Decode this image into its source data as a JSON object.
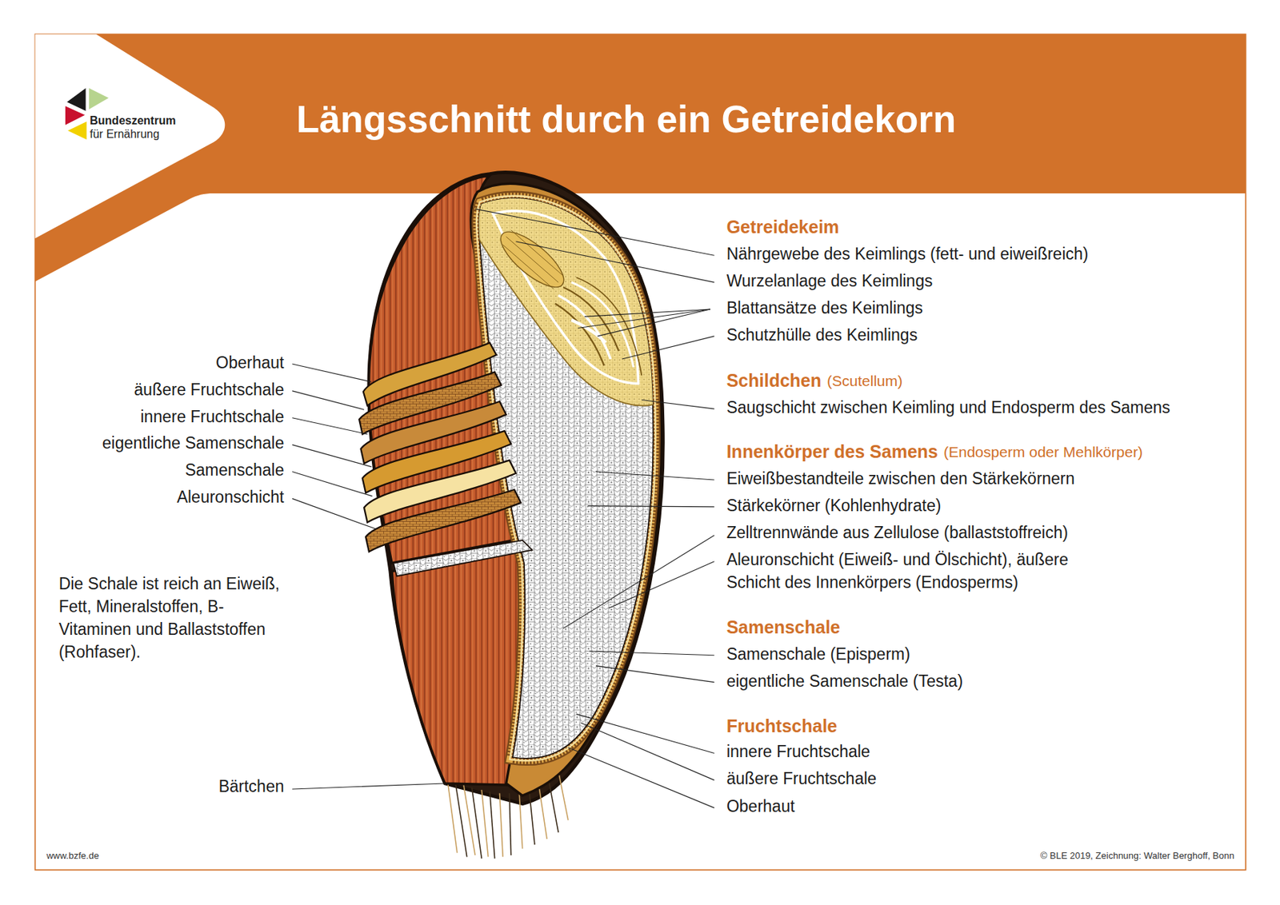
{
  "diagram": {
    "title": "Längsschnitt durch ein Getreidekorn",
    "labels": [
      "Bundeszentrum",
      "für Ernährung",
      "Getreidekeim",
      "Nährgewebe des Keimlings (fett- und eiweißreich)",
      "Wurzelanlage des Keimlings",
      "Blattansätze des Keimlings",
      "Schutzhülle des Keimlings",
      "Schildchen",
      "(Scutellum)",
      "Saugschicht zwischen Keimling und Endosperm des Samens",
      "Innenkörper des Samens",
      "(Endosperm oder Mehlkörper)",
      "Eiweißbestandteile zwischen den Stärkekörnern",
      "Stärkekörner (Kohlenhydrate)",
      "Zelltrennwände aus Zellulose (ballaststoffreich)",
      "Aleuronschicht (Eiweiß- und Ölschicht), äußere Schicht des Innenkörpers (Endosperms)",
      "Samenschale",
      "Samenschale (Episperm)",
      "eigentliche Samenschale (Testa)",
      "Fruchtschale",
      "innere Fruchtschale",
      "äußere Fruchtschale",
      "Oberhaut",
      "Oberhaut",
      "äußere Fruchtschale",
      "innere Fruchtschale",
      "eigentliche Samenschale",
      "Samenschale",
      "Aleuronschicht",
      "Die Schale ist reich an Eiweiß, Fett, Mineralstoffen, B-Vitaminen und Ballaststoffen (Rohfaser).",
      "Bärtchen",
      "www.bzfe.de",
      "© BLE 2019, Zeichnung: Walter Berghoff, Bonn"
    ]
  }
}
